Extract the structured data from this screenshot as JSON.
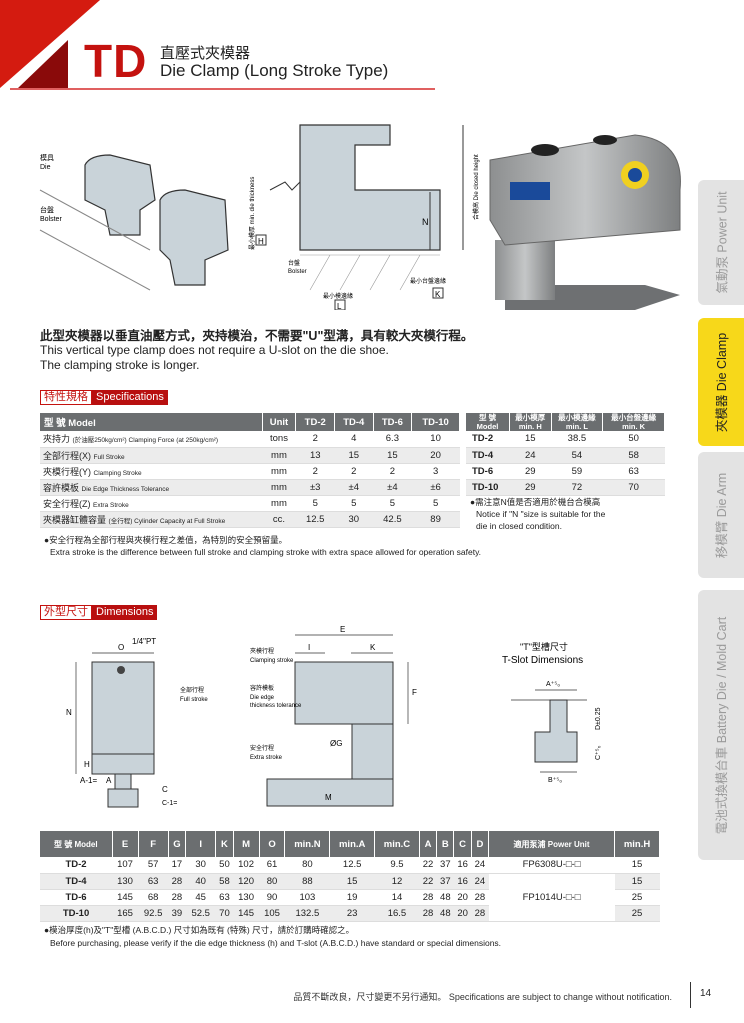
{
  "header": {
    "code": "TD",
    "title_cn": "直壓式夾模器",
    "title_en": "Die Clamp (Long Stroke Type)"
  },
  "diagram_top": {
    "die": "模具",
    "die_en": "Die",
    "bolster": "台盤",
    "bolster_en": "Bolster",
    "min_die_thickness": "最小模厚 min. die thickness",
    "die_closed_height": "合模高 Die closed height",
    "bolster2": "台盤",
    "bolster2_en": "Bolster",
    "min_mold_edge": "最小模邊緣",
    "min_bolster_edge": "最小台盤邊緣",
    "H": "H",
    "L": "L",
    "K": "K",
    "N": "N"
  },
  "intro": {
    "cn": "此型夾模器以垂直油壓方式，夾持模治，不需要\"U\"型溝，具有較大夾模行程。",
    "en1": "This vertical type clamp does not require a U-slot on the die shoe.",
    "en2": "The clamping stroke is longer."
  },
  "specs": {
    "section_cn": "特性規格",
    "section_en": "Specifications",
    "headers": [
      "型 號  Model",
      "Unit",
      "TD-2",
      "TD-4",
      "TD-6",
      "TD-10"
    ],
    "rows": [
      {
        "cn": "夾持力",
        "sub": "(於油壓250kg/cm²) Clamping Force (at 250kg/cm²)",
        "unit": "tons",
        "v": [
          "2",
          "4",
          "6.3",
          "10"
        ]
      },
      {
        "cn": "全部行程(X)",
        "sub": "Full Stroke",
        "unit": "mm",
        "v": [
          "13",
          "15",
          "15",
          "20"
        ]
      },
      {
        "cn": "夾模行程(Y)",
        "sub": "Clamping Stroke",
        "unit": "mm",
        "v": [
          "2",
          "2",
          "2",
          "3"
        ]
      },
      {
        "cn": "容許模板",
        "sub": "Die Edge Thickness Tolerance",
        "unit": "mm",
        "v": [
          "±3",
          "±4",
          "±4",
          "±6"
        ]
      },
      {
        "cn": "安全行程(Z)",
        "sub": "Extra Stroke",
        "unit": "mm",
        "v": [
          "5",
          "5",
          "5",
          "5"
        ]
      },
      {
        "cn": "夾模器缸體容量",
        "sub": "(全行程) Cylinder Capacity at Full Stroke",
        "unit": "cc.",
        "v": [
          "12.5",
          "30",
          "42.5",
          "89"
        ]
      }
    ],
    "note_cn": "●安全行程為全部行程與夾模行程之差值，為特別的安全預留量。",
    "note_en": "Extra stroke is the difference between full stroke and clamping stroke with extra space allowed for operation safety."
  },
  "min_table": {
    "headers": [
      [
        "型 號",
        "Model"
      ],
      [
        "最小模厚",
        "min. H"
      ],
      [
        "最小模邊緣",
        "min. L"
      ],
      [
        "最小台盤邊緣",
        "min. K"
      ]
    ],
    "rows": [
      [
        "TD-2",
        "15",
        "38.5",
        "50"
      ],
      [
        "TD-4",
        "24",
        "54",
        "58"
      ],
      [
        "TD-6",
        "29",
        "59",
        "63"
      ],
      [
        "TD-10",
        "29",
        "72",
        "70"
      ]
    ],
    "note_cn": "●需注意N值是否適用於機台合模高",
    "note_en1": "Notice if \"N \"size is suitable for the",
    "note_en2": "die in closed condition."
  },
  "dimensions": {
    "section_cn": "外型尺寸",
    "section_en": "Dimensions",
    "labels": {
      "O": "O",
      "pt": "1/4\"PT",
      "N": "N",
      "H": "H",
      "A1": "A-1=",
      "A": "A",
      "C": "C",
      "C1": "C-1=",
      "full_cn": "全部行程",
      "full_en": "Full stroke",
      "clamp_cn": "夾模行程",
      "clamp_en": "Clamping stroke",
      "tol_cn": "容許模板",
      "tol_en1": "Die edge",
      "tol_en2": "thickness tolerance",
      "extra_cn": "安全行程",
      "extra_en": "Extra stroke",
      "E": "E",
      "I": "I",
      "K": "K",
      "F": "F",
      "G": "ØG",
      "M": "M",
      "tslot_cn": "\"T\"型槽尺寸",
      "tslot_en": "T-Slot Dimensions",
      "tA": "A⁺⁵₀",
      "tB": "B⁺⁵₀",
      "tC": "C⁺⁵₀",
      "tD": "D±0.25"
    },
    "headers": [
      "型 號 Model",
      "E",
      "F",
      "G",
      "I",
      "K",
      "M",
      "O",
      "min.N",
      "min.A",
      "min.C",
      "A",
      "B",
      "C",
      "D",
      "適用泵浦 Power Unit",
      "min.H"
    ],
    "rows": [
      [
        "TD-2",
        "107",
        "57",
        "17",
        "30",
        "50",
        "102",
        "61",
        "80",
        "12.5",
        "9.5",
        "22",
        "37",
        "16",
        "24",
        "15"
      ],
      [
        "TD-4",
        "130",
        "63",
        "28",
        "40",
        "58",
        "120",
        "80",
        "88",
        "15",
        "12",
        "22",
        "37",
        "16",
        "24",
        "15"
      ],
      [
        "TD-6",
        "145",
        "68",
        "28",
        "45",
        "63",
        "130",
        "90",
        "103",
        "19",
        "14",
        "28",
        "48",
        "20",
        "28",
        "25"
      ],
      [
        "TD-10",
        "165",
        "92.5",
        "39",
        "52.5",
        "70",
        "145",
        "105",
        "132.5",
        "23",
        "16.5",
        "28",
        "48",
        "20",
        "28",
        "25"
      ]
    ],
    "power_units": [
      "FP6308U-□-□",
      "FP1014U-□-□"
    ],
    "note_cn": "●模治厚度(h)及\"T\"型槽 (A.B.C.D.) 尺寸如為既有 (特殊) 尺寸，請於訂購時確認之。",
    "note_en": "Before purchasing, please verify if the die edge thickness (h) and T-slot (A.B.C.D.) have standard or special dimensions."
  },
  "side_tabs": [
    "氣動泵 Power Unit",
    "夾模器 Die Clamp",
    "移模臂 Die Arm",
    "電池式換模台車 Battery Die / Mold Cart"
  ],
  "footer": {
    "text": "品質不斷改良，尺寸變更不另行通知。 Specifications are subject to change without notification.",
    "page": "14"
  },
  "colors": {
    "red": "#c4120f",
    "tab_active": "#f7d81a",
    "header_gray": "#6b6e70"
  }
}
